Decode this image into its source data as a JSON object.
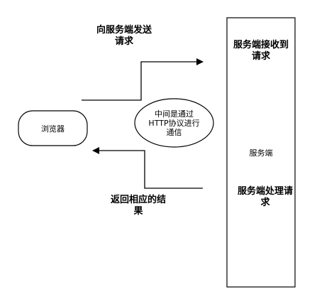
{
  "browser": {
    "label": "浏览器"
  },
  "server": {
    "label": "服务端",
    "receive_label": [
      "服务端接收到",
      "请求"
    ],
    "process_label": [
      "服务端处理请",
      "求"
    ]
  },
  "request_arrow": {
    "label": [
      "向服务端发送",
      "请求"
    ]
  },
  "response_arrow": {
    "label": [
      "返回相应的结",
      "果"
    ]
  },
  "protocol_note": {
    "label": [
      "中间是通过",
      "HTTP协议进行",
      "通信"
    ]
  }
}
